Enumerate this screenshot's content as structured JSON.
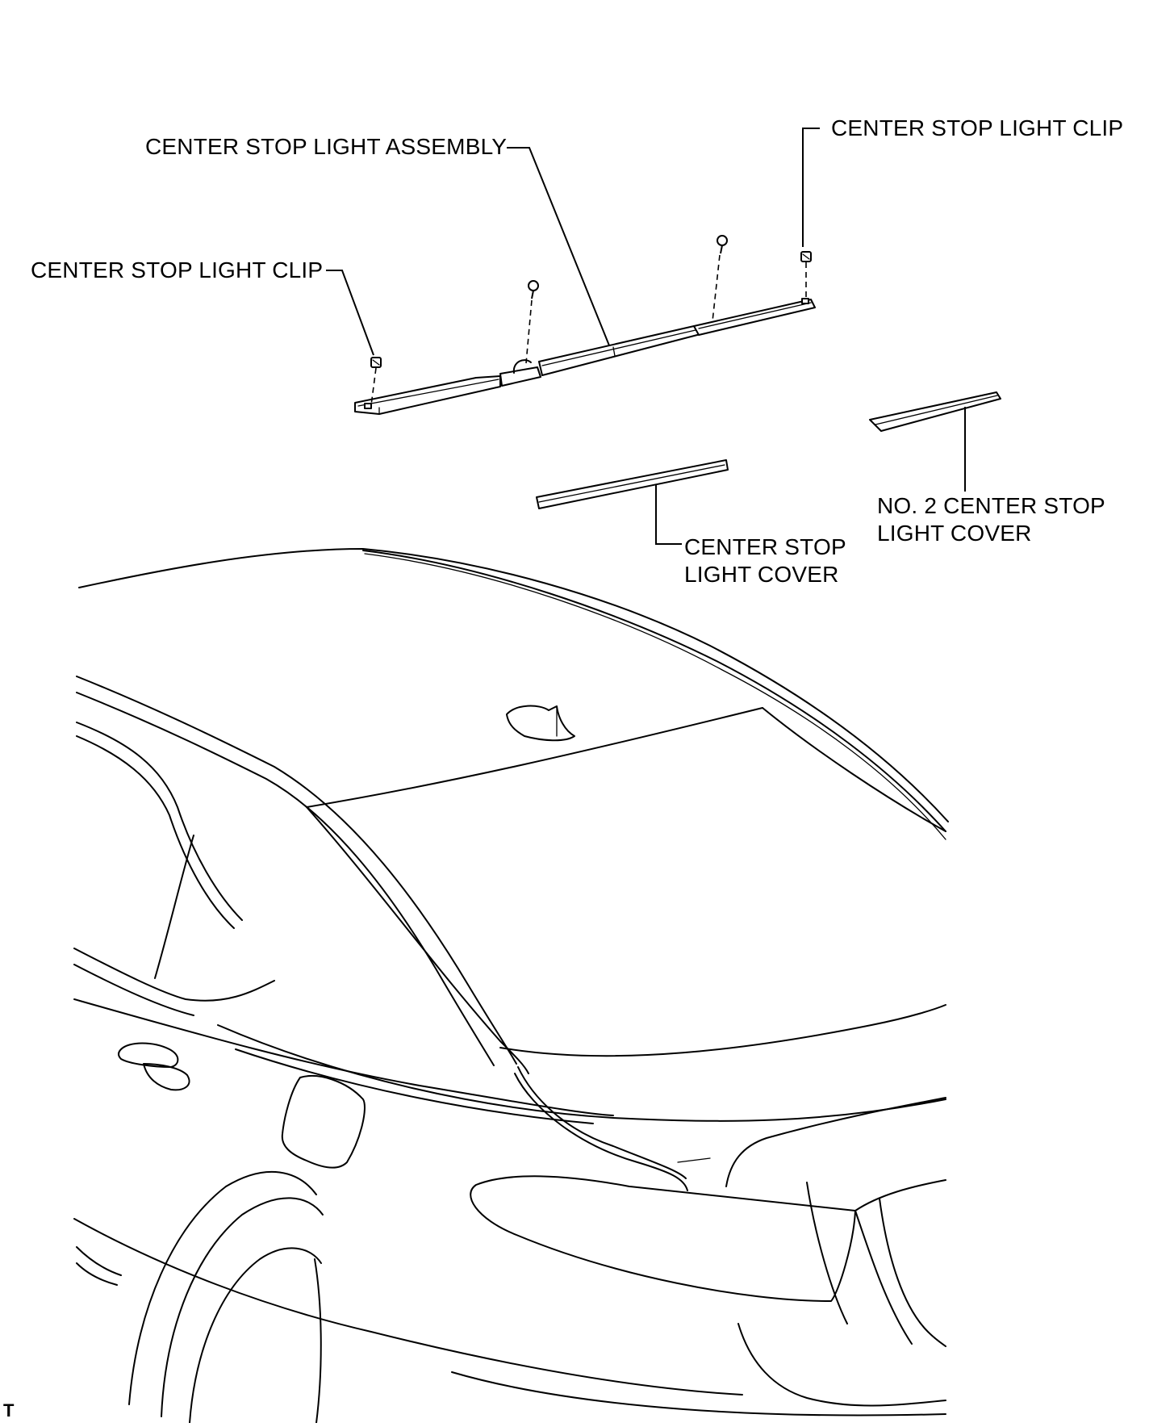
{
  "labels": {
    "center_stop_light_assembly": "CENTER STOP LIGHT ASSEMBLY",
    "center_stop_light_clip_right": "CENTER STOP LIGHT CLIP",
    "center_stop_light_clip_left": "CENTER STOP LIGHT CLIP",
    "no2_cover_line1": "NO. 2 CENTER STOP",
    "no2_cover_line2": "LIGHT COVER",
    "cover_line1": "CENTER STOP",
    "cover_line2": "LIGHT COVER"
  },
  "corner_mark": "T"
}
